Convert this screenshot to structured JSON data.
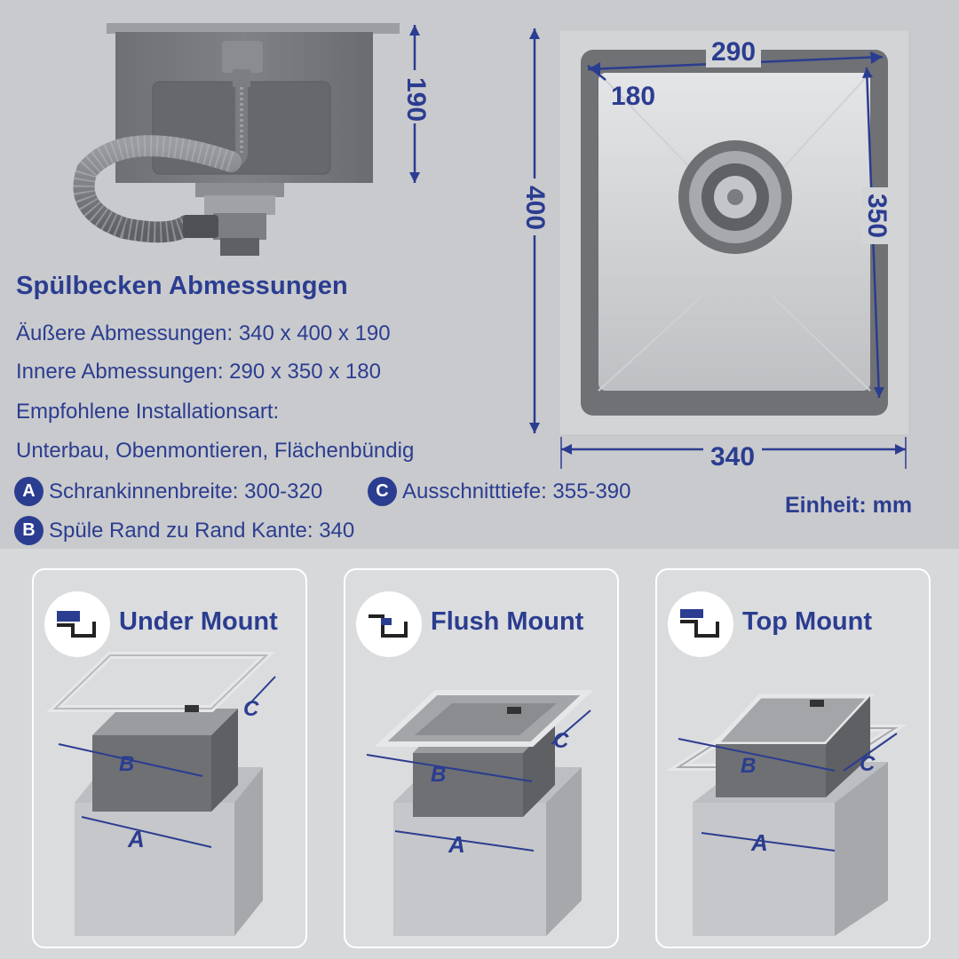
{
  "dimensions": {
    "inner_width": "290",
    "inner_depth": "180",
    "outer_height": "190",
    "outer_length": "400",
    "inner_length": "350",
    "outer_width": "340"
  },
  "specs": {
    "title": "Spülbecken Abmessungen",
    "outer": "Äußere Abmessungen: 340 x 400 x 190",
    "inner": "Innere Abmessungen: 290 x 350 x 180",
    "install_label": "Empfohlene Installationsart:",
    "install_types": "Unterbau, Obenmontieren, Flächenbündig",
    "a_letter": "A",
    "a_text": "Schrankinnenbreite: 300-320",
    "c_letter": "C",
    "c_text": "Ausschnitttiefe: 355-390",
    "b_letter": "B",
    "b_text": "Spüle Rand zu Rand Kante: 340",
    "unit": "Einheit: mm"
  },
  "colors": {
    "accent": "#2b3d90",
    "background": "#c9cacd",
    "card_bg": "#dbdcde",
    "steel": "#8e9094"
  },
  "mounts": [
    {
      "title": "Under Mount",
      "label_a": "A",
      "label_b": "B",
      "label_c": "C"
    },
    {
      "title": "Flush Mount",
      "label_a": "A",
      "label_b": "B",
      "label_c": "C"
    },
    {
      "title": "Top Mount",
      "label_a": "A",
      "label_b": "B",
      "label_c": "C"
    }
  ]
}
